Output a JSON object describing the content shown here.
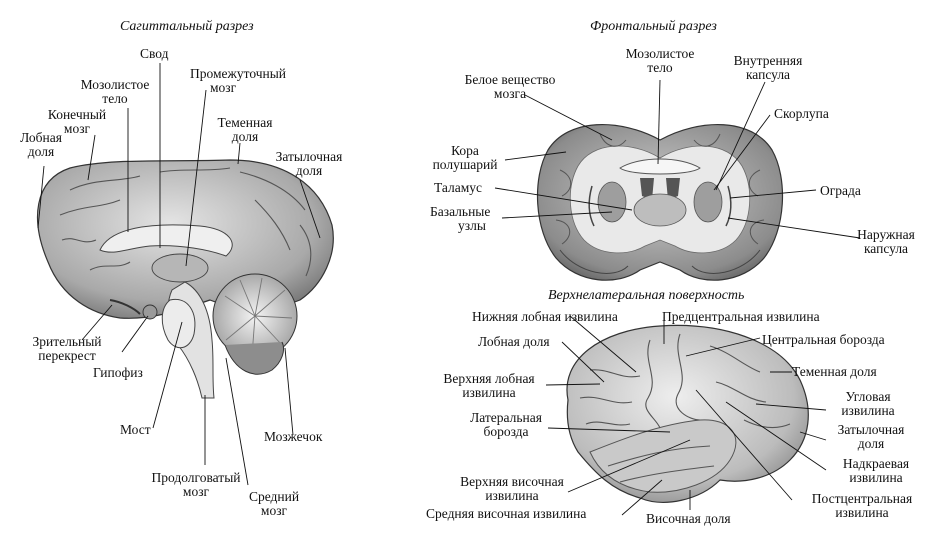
{
  "sagittal": {
    "title": "Сагиттальный разрез",
    "labels": {
      "svod": "Свод",
      "mozolistoe": [
        "Мозолистое",
        "тело"
      ],
      "promezhutochny": [
        "Промежуточный",
        "мозг"
      ],
      "konechny": [
        "Конечный",
        "мозг"
      ],
      "lobnaya": [
        "Лобная",
        "доля"
      ],
      "temennaya": [
        "Теменная",
        "доля"
      ],
      "zatylochnaya": [
        "Затылочная",
        "доля"
      ],
      "zritelny": [
        "Зрительный",
        "перекрест"
      ],
      "gipofiz": "Гипофиз",
      "most": "Мост",
      "mozzhechok": "Мозжечок",
      "prodolgovaty": [
        "Продолговатый",
        "мозг"
      ],
      "sredny": [
        "Средний",
        "мозг"
      ]
    }
  },
  "frontal": {
    "title": "Фронтальный разрез",
    "labels": {
      "mozolistoe": [
        "Мозолистое",
        "тело"
      ],
      "beloe": [
        "Белое вещество",
        "мозга"
      ],
      "vnutrennyaya": [
        "Внутренняя",
        "капсула"
      ],
      "skorlupa": "Скорлупа",
      "kora": [
        "Кора",
        "полушарий"
      ],
      "talamus": "Таламус",
      "ograda": "Ограда",
      "bazalnye": [
        "Базальные",
        "узлы"
      ],
      "naruzhnaya": [
        "Наружная",
        "капсула"
      ]
    }
  },
  "lateral": {
    "title": "Верхнелатеральная поверхность",
    "labels": {
      "nizhnyaya_lobnaya": "Нижняя лобная извилина",
      "precentralnaya": "Предцентральная извилина",
      "lobnaya": "Лобная доля",
      "centralnaya": "Центральная борозда",
      "verkhnyaya_lobnaya": [
        "Верхняя лобная",
        "извилина"
      ],
      "temennaya": "Теменная доля",
      "uglovaya": [
        "Угловая",
        "извилина"
      ],
      "lateralnaya": [
        "Латеральная",
        "борозда"
      ],
      "zatylochnaya": [
        "Затылочная",
        "доля"
      ],
      "nadkraevaya": [
        "Надкраевая",
        "извилина"
      ],
      "verkhnyaya_visochnaya": [
        "Верхняя височная",
        "извилина"
      ],
      "postcentralnaya": [
        "Постцентральная",
        "извилина"
      ],
      "srednyaya_visochnaya": "Средняя височная извилина",
      "visochnaya": "Височная доля"
    }
  },
  "colors": {
    "ink": "#111111",
    "tissue_light": "#d9d9d9",
    "tissue_mid": "#a8a8a8",
    "tissue_dark": "#5a5a5a",
    "white_matter": "#eeeeee"
  }
}
